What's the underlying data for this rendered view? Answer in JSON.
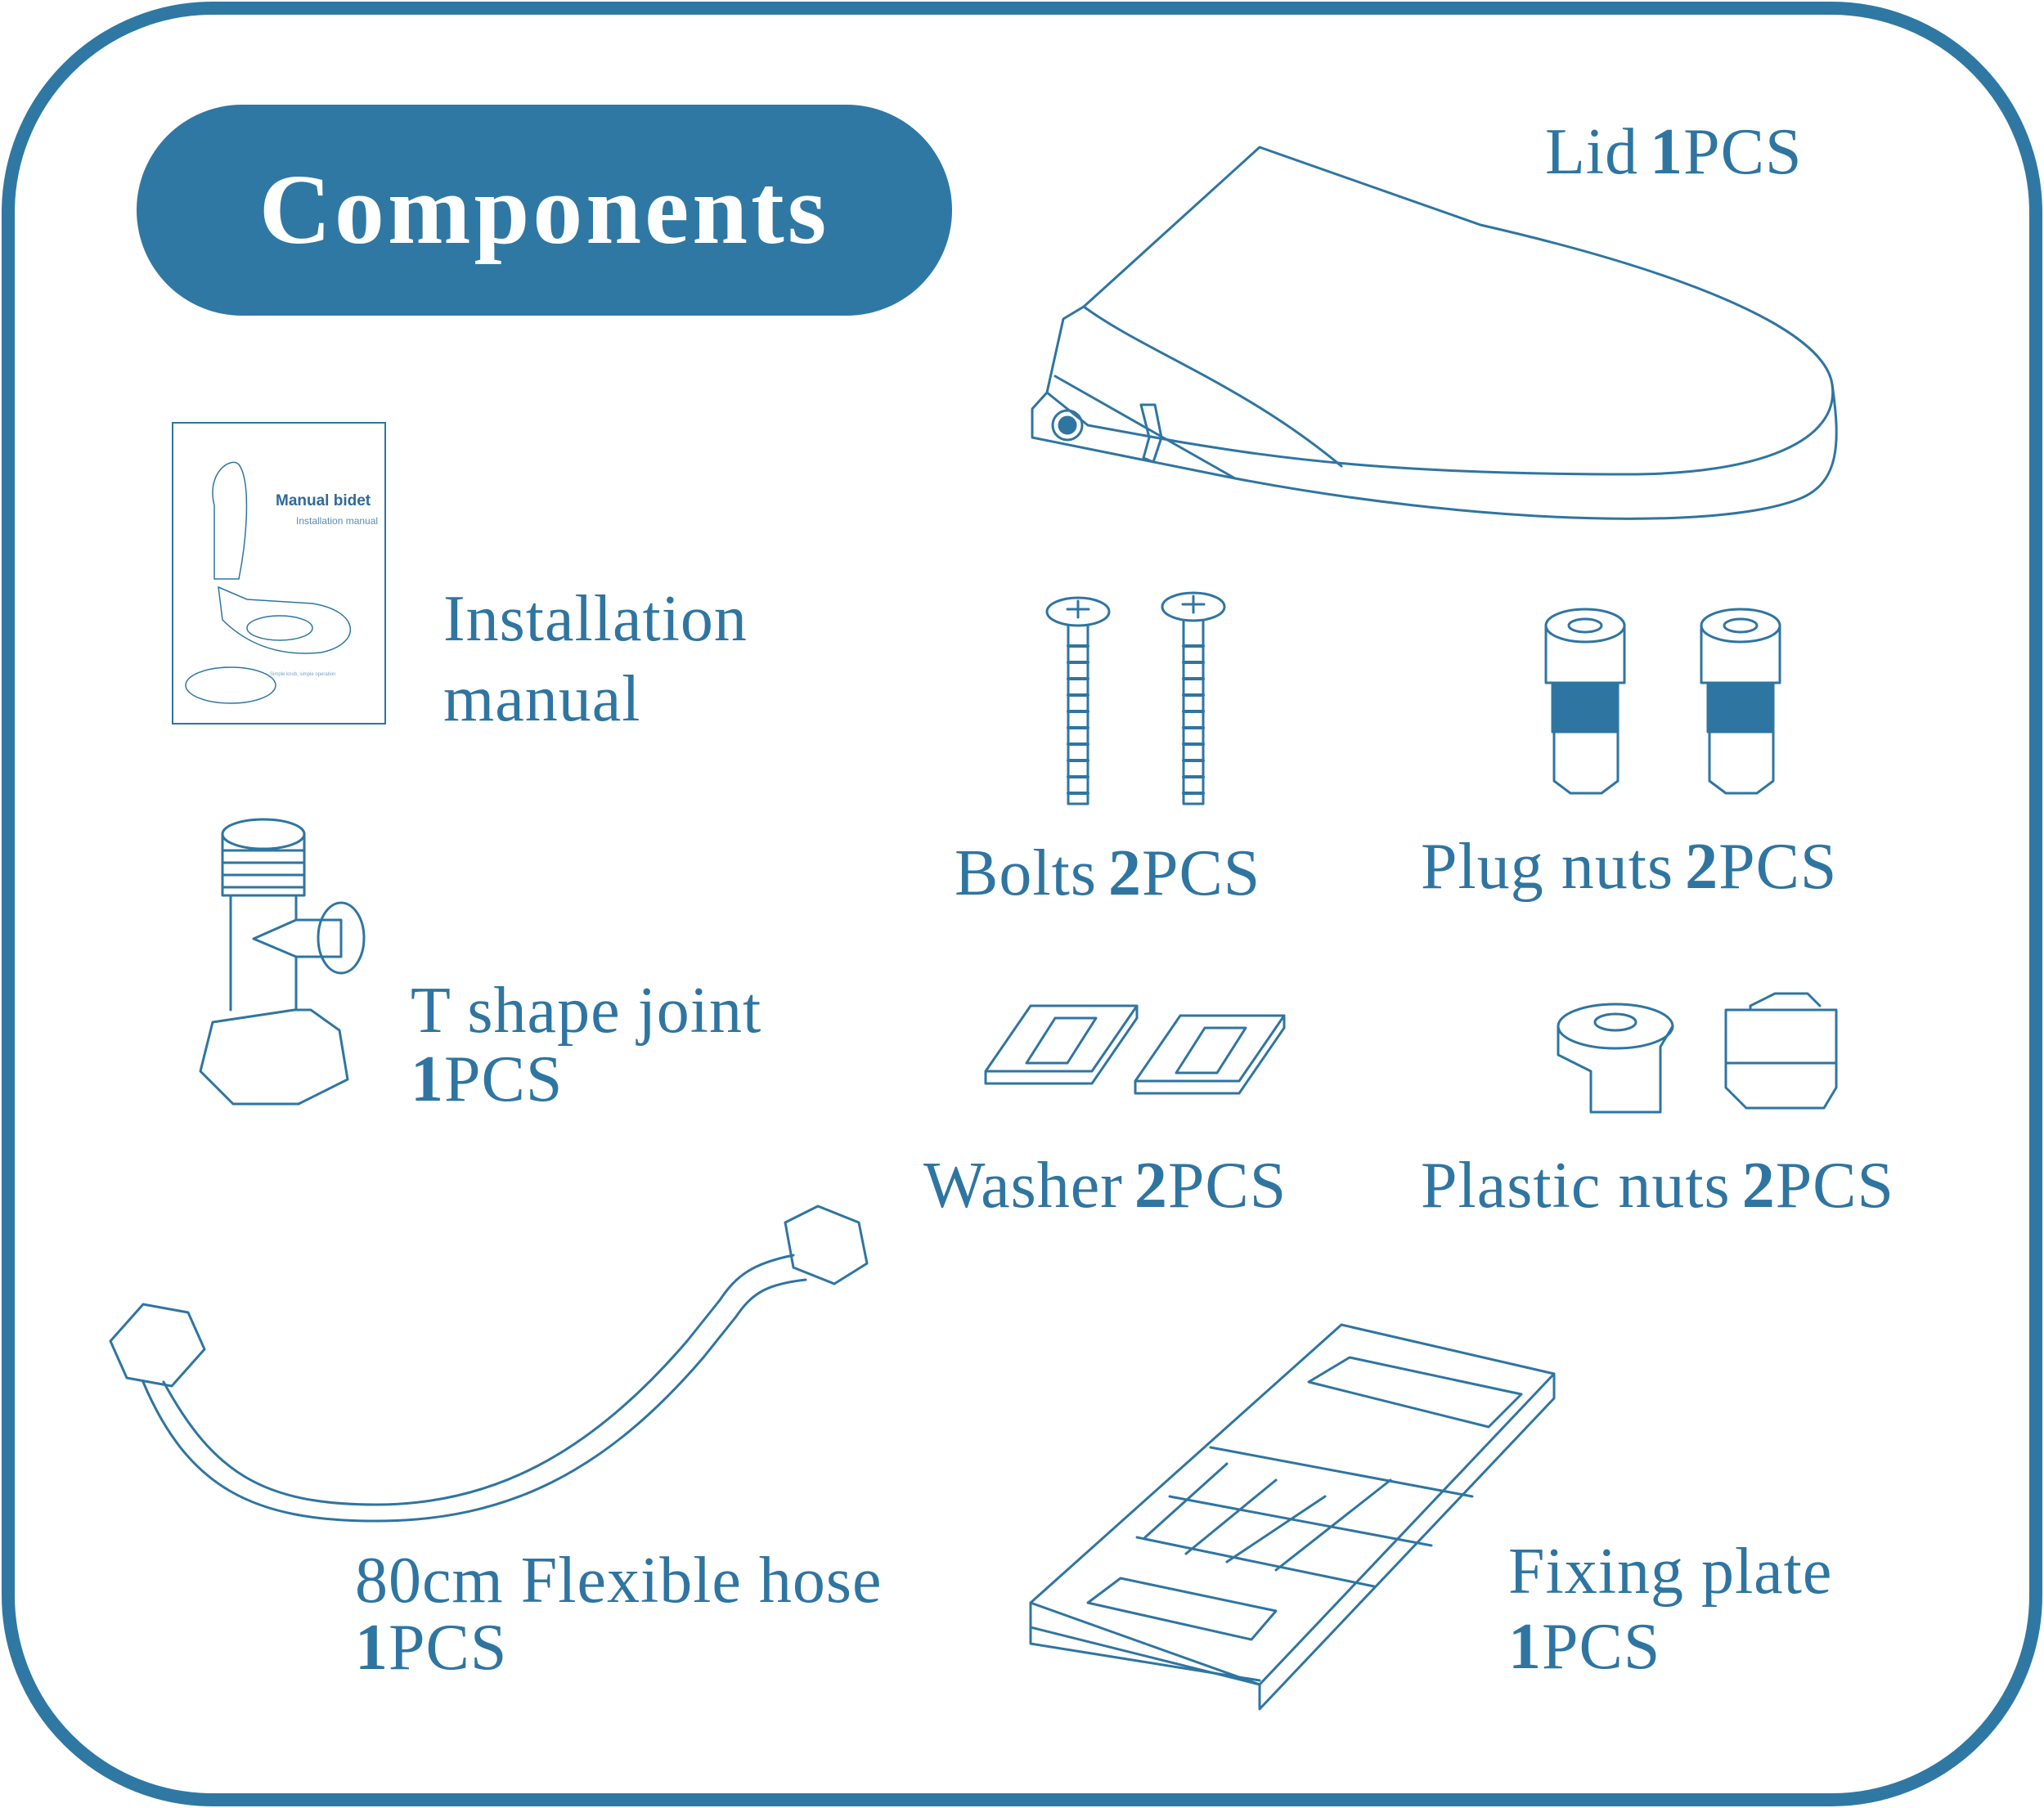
{
  "title": "Components",
  "colors": {
    "accent": "#2f78a3",
    "line": "#2f75a1"
  },
  "manual_cover": {
    "title": "Manual  bidet",
    "subtitle": "Installation  manual",
    "caption": "Simple  knob, simple  operation"
  },
  "items": {
    "lid": {
      "name": "Lid",
      "count": "1",
      "unit": "PCS"
    },
    "manual": {
      "name_line1": "Installation",
      "name_line2": "manual"
    },
    "bolts": {
      "name": "Bolts",
      "count": "2",
      "unit": "PCS"
    },
    "plug_nuts": {
      "name": "Plug nuts",
      "count": "2",
      "unit": "PCS"
    },
    "t_joint": {
      "name": "T shape joint",
      "count": "1",
      "unit": "PCS"
    },
    "washer": {
      "name": "Washer",
      "count": "2",
      "unit": "PCS"
    },
    "plastic_nuts": {
      "name": "Plastic nuts",
      "count": "2",
      "unit": "PCS"
    },
    "hose": {
      "name": "80cm Flexible hose",
      "count": "1",
      "unit": "PCS"
    },
    "fixing_plate": {
      "name": "Fixing plate",
      "count": "1",
      "unit": "PCS"
    }
  }
}
